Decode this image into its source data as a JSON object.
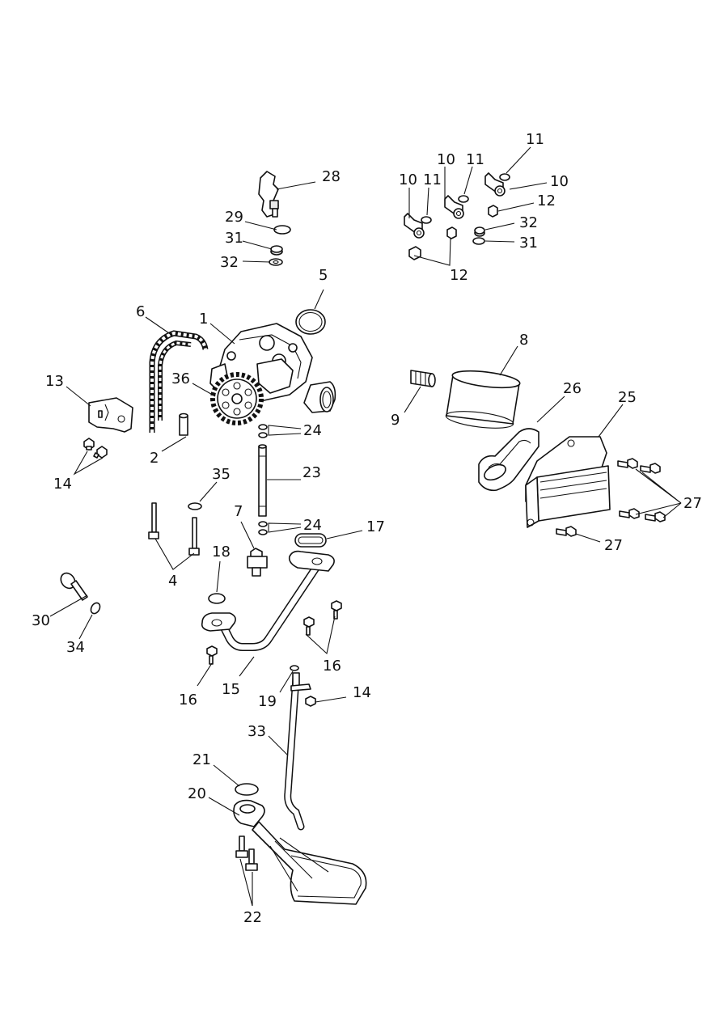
{
  "callouts": {
    "c1": "1",
    "c2": "2",
    "c4": "4",
    "c5": "5",
    "c6": "6",
    "c7": "7",
    "c8": "8",
    "c9": "9",
    "c10a": "10",
    "c10b": "10",
    "c10c": "10",
    "c11a": "11",
    "c11b": "11",
    "c11c": "11",
    "c12a": "12",
    "c12b": "12",
    "c13": "13",
    "c14a": "14",
    "c14b": "14",
    "c15": "15",
    "c16a": "16",
    "c16b": "16",
    "c17": "17",
    "c18": "18",
    "c19": "19",
    "c20": "20",
    "c21": "21",
    "c22": "22",
    "c23": "23",
    "c24a": "24",
    "c24b": "24",
    "c25": "25",
    "c26": "26",
    "c27a": "27",
    "c27b": "27",
    "c28": "28",
    "c29": "29",
    "c30": "30",
    "c31a": "31",
    "c31b": "31",
    "c32a": "32",
    "c32b": "32",
    "c33": "33",
    "c34": "34",
    "c35": "35",
    "c36": "36"
  }
}
